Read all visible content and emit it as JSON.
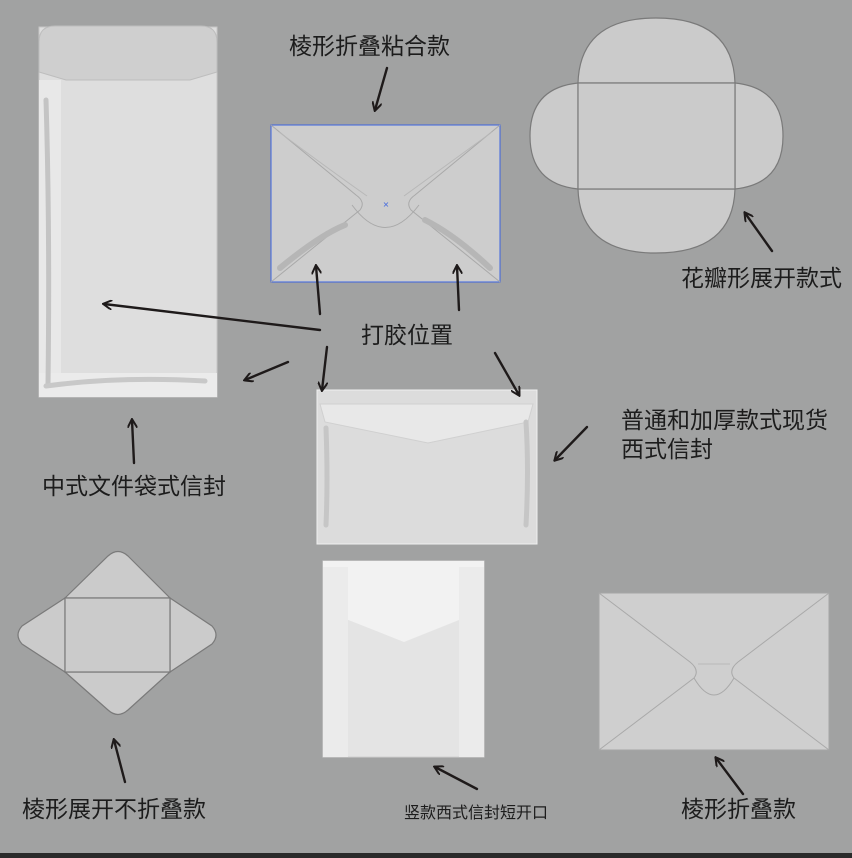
{
  "labels": {
    "diamond_fold_glue": "棱形折叠粘合款",
    "petal_unfold": "花瓣形展开款式",
    "glue_position": "打胶位置",
    "regular_thick": "普通和加厚款式现货",
    "western_envelope": "西式信封",
    "chinese_document": "中式文件袋式信封",
    "diamond_unfold_nofold": "棱形展开不折叠款",
    "vertical_western_short": "竖款西式信封短开口",
    "diamond_fold": "棱形折叠款"
  },
  "colors": {
    "background": "#a1a2a2",
    "arrow": "#1e1a1a",
    "envelope_fill": "#d0d0d0",
    "envelope_stroke": "#7a7a7a",
    "transparent_fill": "#dcdcdc",
    "selection_blue": "#3b63e0"
  },
  "icons": {
    "arrows": "arrow-icon"
  }
}
